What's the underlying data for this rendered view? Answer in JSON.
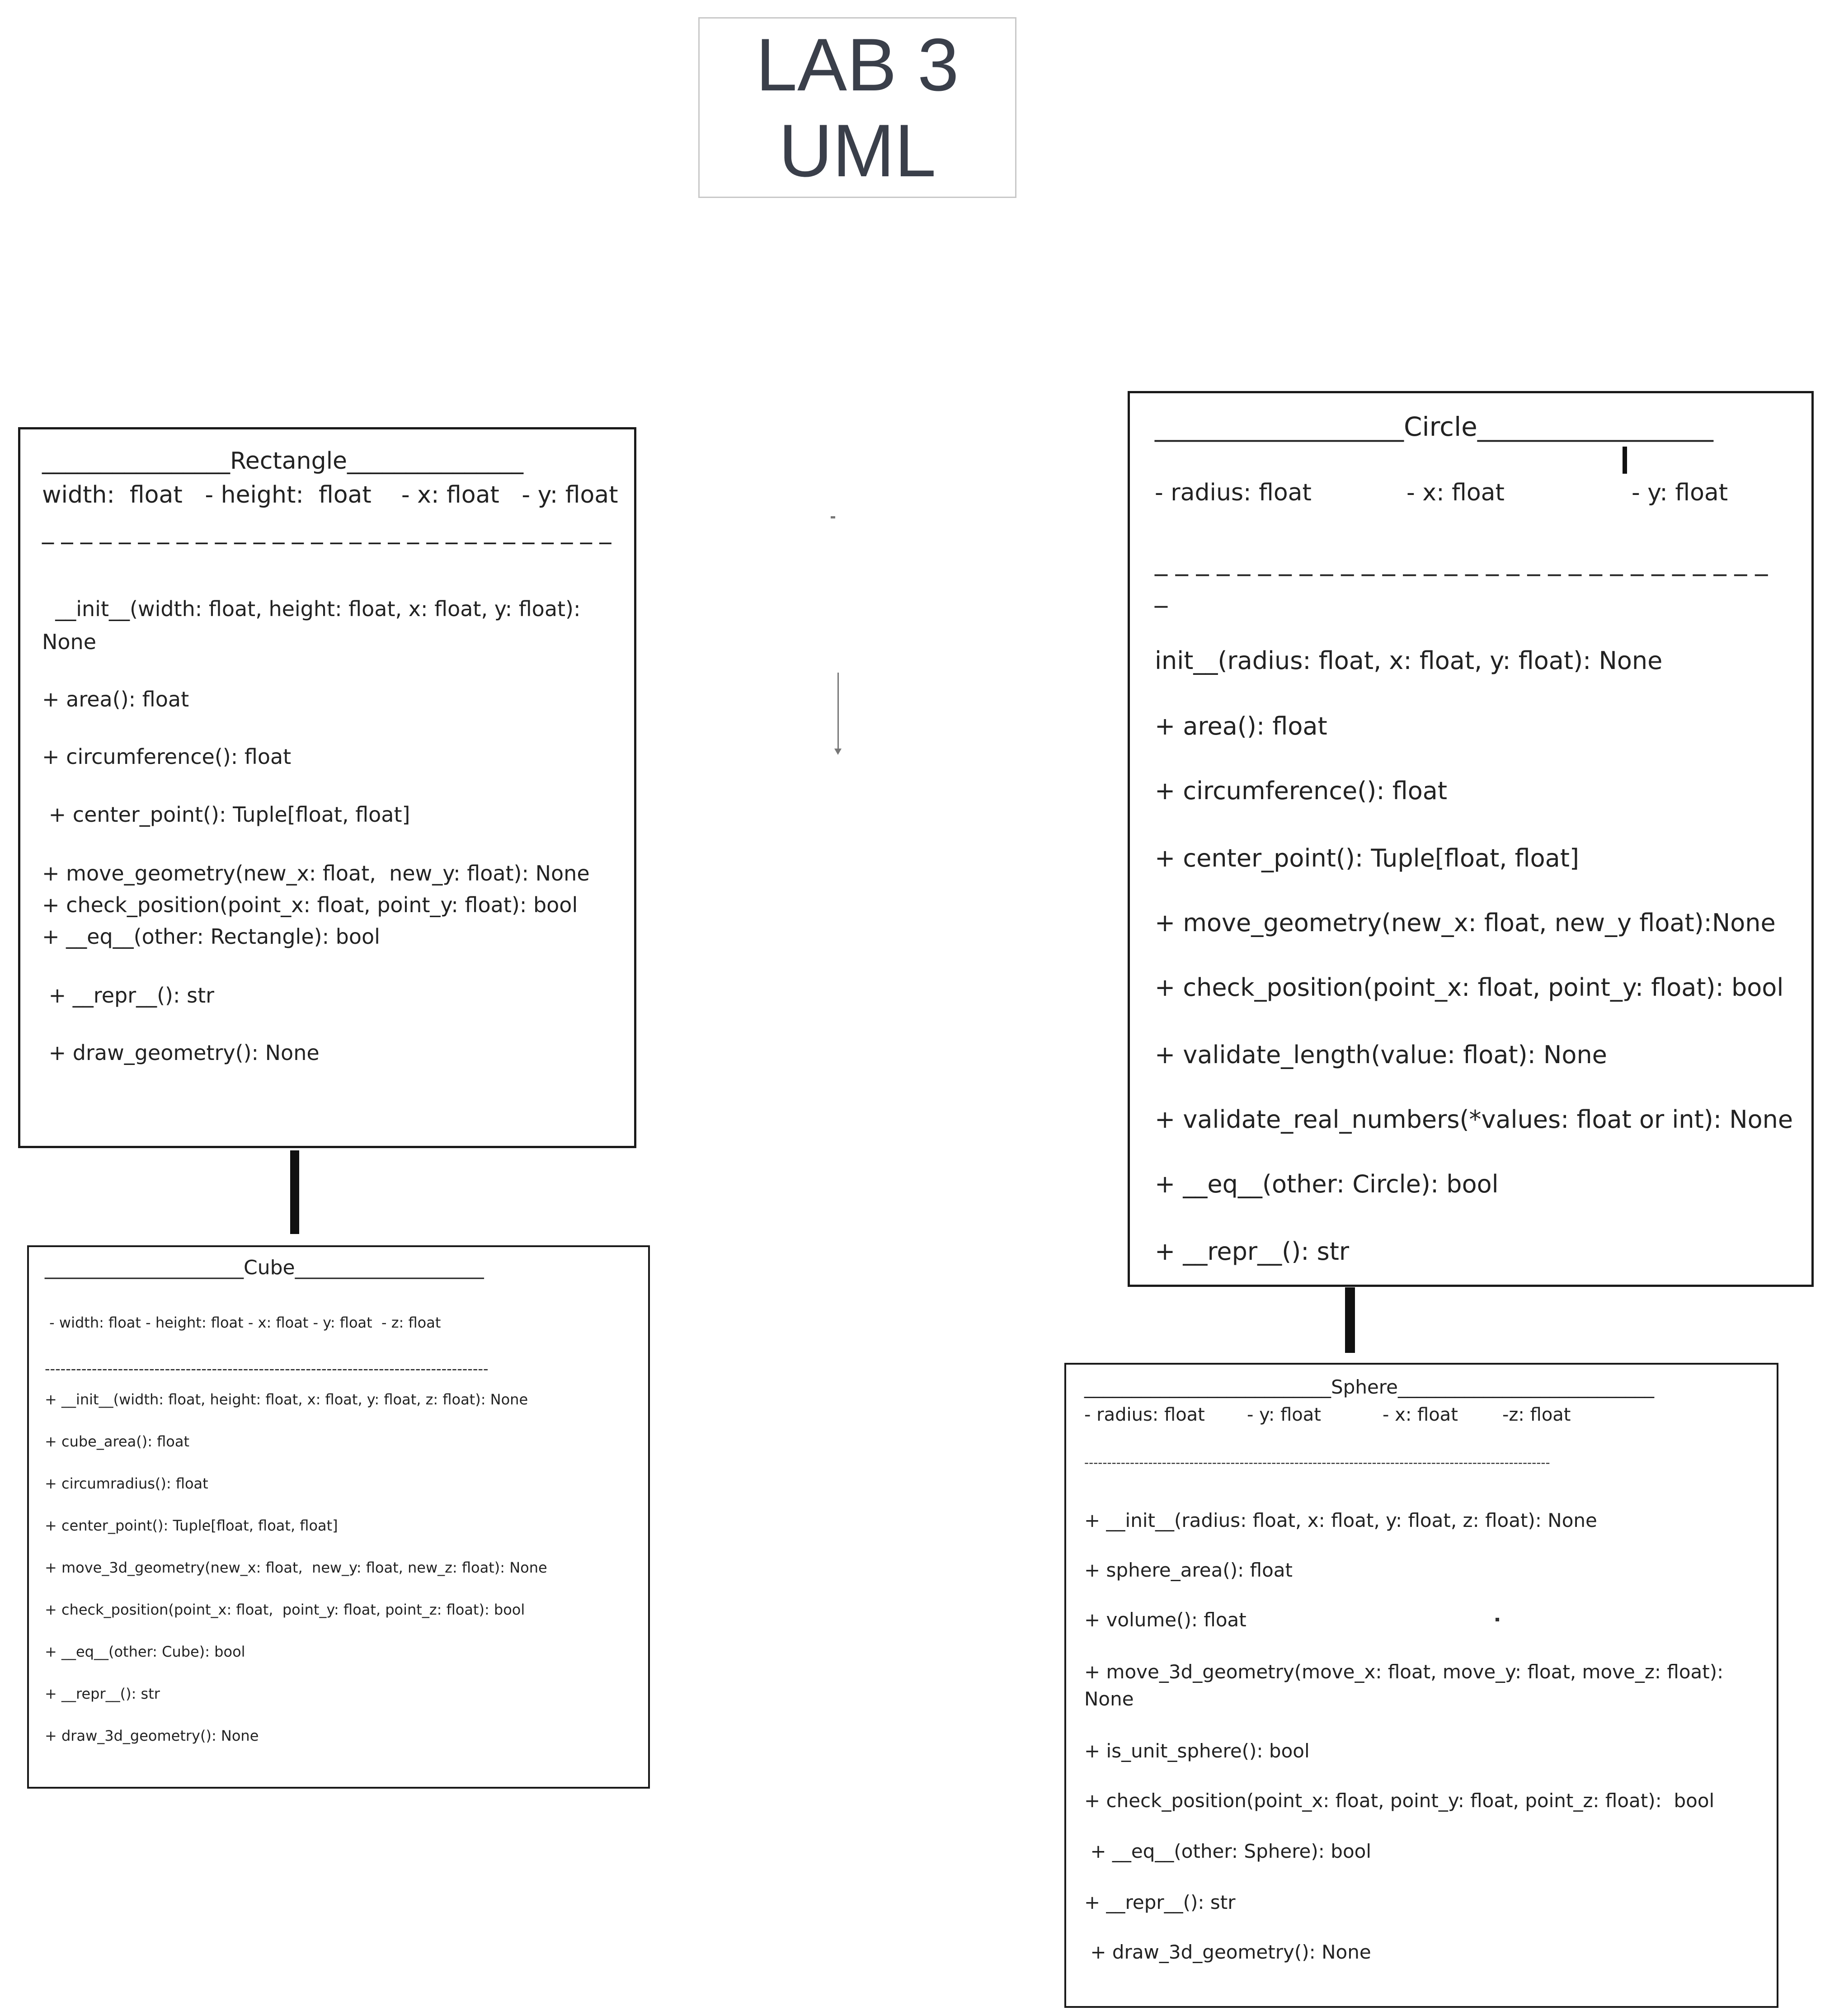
{
  "title": {
    "line1": "LAB 3",
    "line2": "UML"
  },
  "rectangle": {
    "header": "________________Rectangle_______________",
    "attributes": "width:  float   - height:  float    - x: float   - y: float",
    "divider": "_ _ _ _ _ _ _ _ _ _ _ _ _ _ _ _ _ _ _ _ _ _ _ _ _ _ _ _ _ _",
    "methods": [
      "  __init__(width: float, height: float, x: float, y: float):",
      "None",
      "+ area(): float",
      "+ circumference(): float",
      " + center_point(): Tuple[float, float]",
      "+ move_geometry(new_x: float,  new_y: float): None",
      "+ check_position(point_x: float, point_y: float): bool",
      "+ __eq__(other: Rectangle): bool",
      " + __repr__(): str",
      " + draw_geometry(): None"
    ]
  },
  "circle": {
    "header": "___________________Circle__________________",
    "attributes": [
      "- radius: float",
      "- x: float",
      "- y: float"
    ],
    "divider": "_ _ _ _ _ _ _ _ _ _ _ _ _ _ _ _ _ _ _ _ _ _ _ _ _ _ _ _ _ _",
    "divider2": "_",
    "methods": [
      "init__(radius: float, x: float, y: float): None",
      "+ area(): float",
      "+ circumference(): float",
      "+ center_point(): Tuple[float, float]",
      "+ move_geometry(new_x: float, new_y float):None",
      "+ check_position(point_x: float, point_y: float): bool",
      "+ validate_length(value: float): None",
      "+ validate_real_numbers(*values: float or int): None",
      "+ __eq__(other: Circle): bool",
      "+ __repr__(): str"
    ]
  },
  "cube": {
    "header": "____________________Cube___________________",
    "attributes": " - width: float - height: float - x: float - y: float  - z: float",
    "divider": "-------------------------------------------------------------------------------------",
    "methods": [
      "+ __init__(width: float, height: float, x: float, y: float, z: float): None",
      "+ cube_area(): float",
      "+ circumradius(): float",
      "+ center_point(): Tuple[float, float, float]",
      "+ move_3d_geometry(new_x: float,  new_y: float, new_z: float): None",
      "+ check_position(point_x: float,  point_y: float, point_z: float): bool",
      "+ __eq__(other: Cube): bool",
      "+ __repr__(): str",
      "+ draw_3d_geometry(): None"
    ]
  },
  "sphere": {
    "header": "__________________________Sphere___________________________",
    "attributes": [
      "- radius: float",
      "- y: float",
      "- x: float",
      "-z: float"
    ],
    "divider": "------------------------------------------------------------------------------------------------------",
    "methods": [
      "+ __init__(radius: float, x: float, y: float, z: float): None",
      "+ sphere_area(): float",
      "+ volume(): float",
      "+ move_3d_geometry(move_x: float, move_y: float, move_z: float):",
      "None",
      "+ is_unit_sphere(): bool",
      "+ check_position(point_x: float, point_y: float, point_z: float):  bool",
      " + __eq__(other: Sphere): bool",
      "+ __repr__(): str",
      " + draw_3d_geometry(): None"
    ]
  }
}
